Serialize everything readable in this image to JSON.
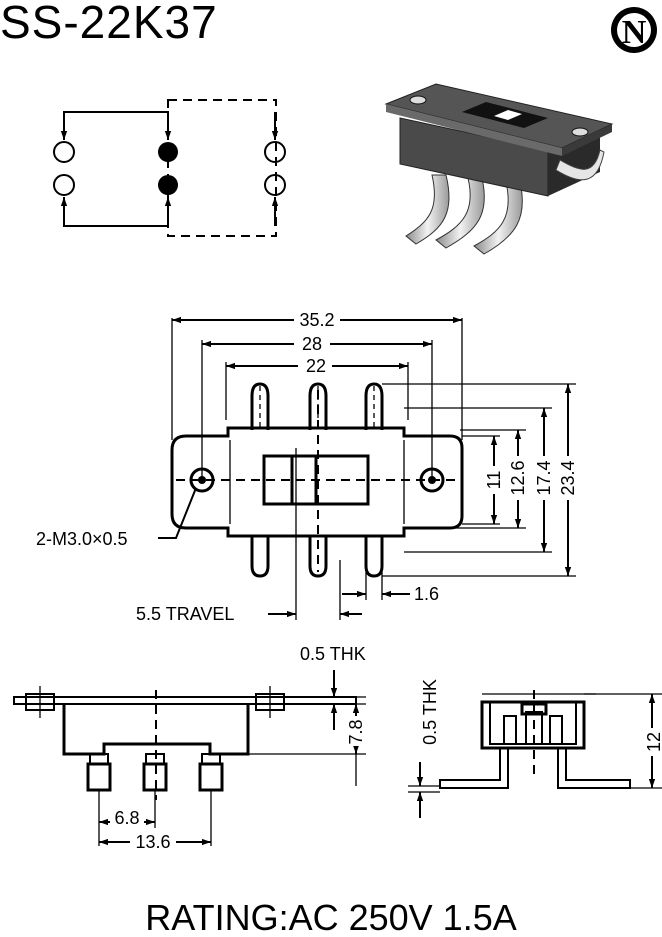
{
  "title": "SS-22K37",
  "logo_letter": "N",
  "rating": "RATING:AC 250V 1.5A",
  "dimensions": {
    "overall_length": "35.2",
    "mount_spacing": "28",
    "pin_span": "22",
    "dim_11": "11",
    "dim_12_6": "12.6",
    "dim_17_4": "17.4",
    "dim_23_4": "23.4",
    "mount_holes": "2-M3.0×0.5",
    "pin_width": "1.6",
    "travel": "5.5 TRAVEL",
    "plate_thickness_top": "0.5 THK",
    "body_height": "7.8",
    "pin_pitch": "6.8",
    "pin_outer": "13.6",
    "plate_thickness_side": "0.5 THK",
    "side_height": "12"
  }
}
